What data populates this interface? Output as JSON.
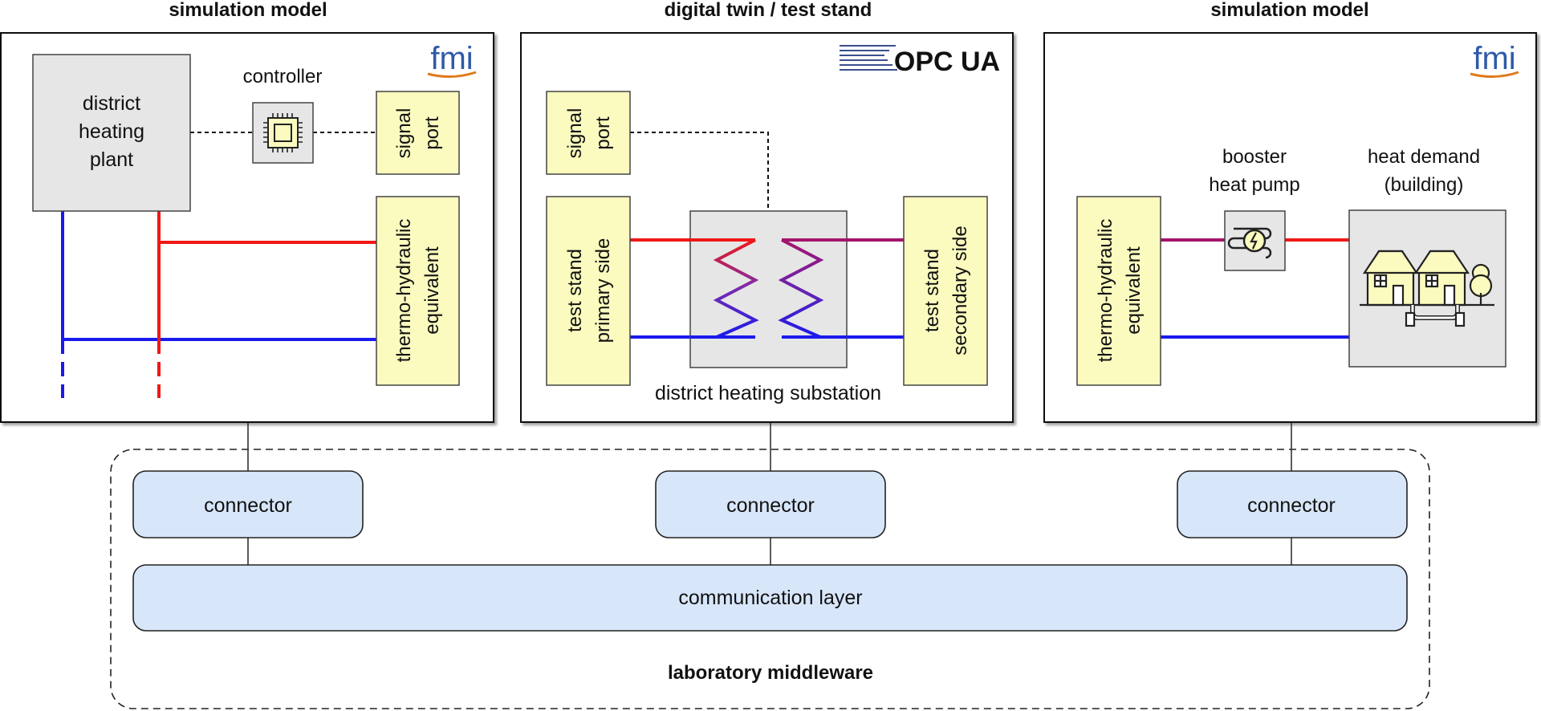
{
  "panels": {
    "left": {
      "title": "simulation model",
      "logo": "fmi",
      "plant": [
        "district",
        "heating",
        "plant"
      ],
      "controller": "controller",
      "signal_port": [
        "signal",
        "port"
      ],
      "equivalent": [
        "thermo-hydraulic",
        "equivalent"
      ]
    },
    "middle": {
      "title": "digital twin / test stand",
      "logo": "OPC UA",
      "signal_port": [
        "signal",
        "port"
      ],
      "primary": [
        "test stand",
        "primary side"
      ],
      "secondary": [
        "test stand",
        "secondary side"
      ],
      "substation": "district heating substation"
    },
    "right": {
      "title": "simulation model",
      "logo": "fmi",
      "equivalent": [
        "thermo-hydraulic",
        "equivalent"
      ],
      "booster": [
        "booster",
        "heat pump"
      ],
      "demand": [
        "heat demand",
        "(building)"
      ]
    }
  },
  "middleware": {
    "connectors": [
      "connector",
      "connector",
      "connector"
    ],
    "layer": "communication layer",
    "title": "laboratory middleware"
  },
  "colors": {
    "supply": "#f01818",
    "return": "#1a1aee",
    "mixed": "#a4156b",
    "component": "#fbfbbf",
    "middleware": "#d8e6fa"
  },
  "icons": [
    "chip-icon",
    "heat-pump-icon",
    "houses-icon",
    "fmi-logo",
    "opc-ua-logo"
  ]
}
